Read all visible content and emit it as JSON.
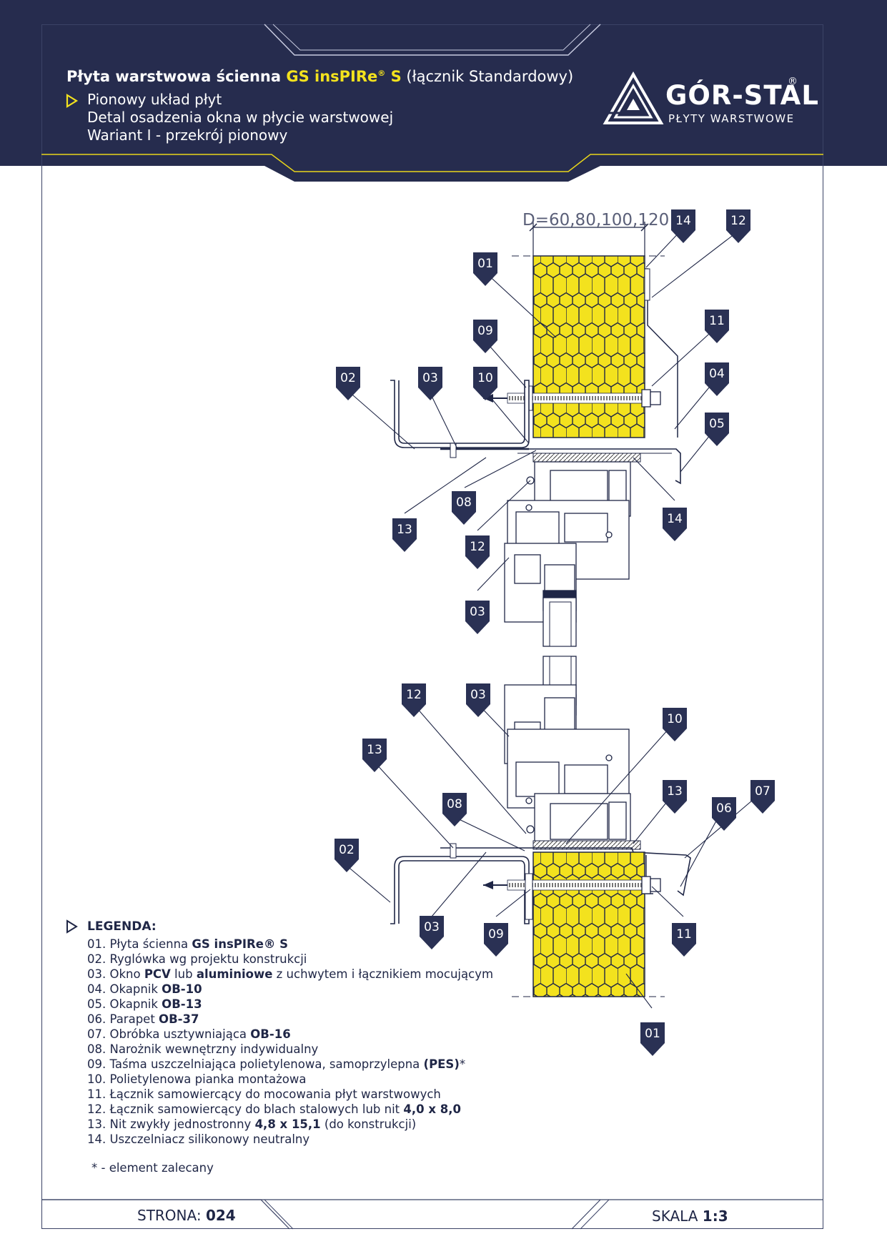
{
  "header": {
    "title": {
      "part1": "Płyta warstwowa ścienna ",
      "product": "GS insPIRe",
      "reg": "®",
      "suffix": " S",
      "part2": " (łącznik Standardowy)"
    },
    "subtitle_lines": [
      "Pionowy układ płyt",
      "Detal osadzenia okna w płycie warstwowej",
      "Wariant I - przekrój pionowy"
    ],
    "brand": {
      "name": "GÓR-STAL",
      "reg": "®",
      "tagline": "PŁYTY WARSTWOWE"
    }
  },
  "drawing": {
    "dimension_label": "D=60,80,100,120",
    "callouts_top": [
      "14",
      "12",
      "01",
      "11",
      "09",
      "04",
      "02",
      "03",
      "10",
      "05",
      "08",
      "14",
      "13",
      "12",
      "03"
    ],
    "callouts_bottom": [
      "12",
      "03",
      "10",
      "13",
      "13",
      "07",
      "06",
      "08",
      "02",
      "03",
      "09",
      "11",
      "01"
    ]
  },
  "legend": {
    "title": "LEGENDA:",
    "items": [
      {
        "pre": "01. Płyta ścienna ",
        "bold": "GS insPIRe® S",
        "post": ""
      },
      {
        "pre": "02. Ryglówka wg projektu konstrukcji",
        "bold": "",
        "post": ""
      },
      {
        "pre": "03. Okno ",
        "bold": "PCV",
        "mid": " lub ",
        "bold2": "aluminiowe",
        "post": " z uchwytem i łącznikiem mocującym"
      },
      {
        "pre": "04. Okapnik ",
        "bold": "OB-10",
        "post": ""
      },
      {
        "pre": "05. Okapnik ",
        "bold": "OB-13",
        "post": ""
      },
      {
        "pre": "06. Parapet ",
        "bold": "OB-37",
        "post": ""
      },
      {
        "pre": "07. Obróbka usztywniająca ",
        "bold": "OB-16",
        "post": ""
      },
      {
        "pre": "08. Narożnik wewnętrzny indywidualny",
        "bold": "",
        "post": ""
      },
      {
        "pre": "09. Taśma uszczelniająca polietylenowa, samoprzylepna ",
        "bold": "(PES)",
        "post": "*"
      },
      {
        "pre": "10. Polietylenowa pianka montażowa",
        "bold": "",
        "post": ""
      },
      {
        "pre": "11. Łącznik samowiercący do mocowania płyt warstwowych",
        "bold": "",
        "post": ""
      },
      {
        "pre": "12. Łącznik samowiercący do blach stalowych lub nit ",
        "bold": "4,0 x 8,0",
        "post": ""
      },
      {
        "pre": "13. Nit zwykły jednostronny ",
        "bold": "4,8 x 15,1",
        "post": " (do konstrukcji)"
      },
      {
        "pre": "14. Uszczelniacz silikonowy neutralny",
        "bold": "",
        "post": ""
      }
    ],
    "footnote": "* -  element zalecany"
  },
  "footer": {
    "page_label": "STRONA: ",
    "page_number": "024",
    "scale_label": "SKALA ",
    "scale_value": "1:3"
  },
  "colors": {
    "navy": "#262c4e",
    "insulation_yellow": "#f3e21e",
    "accent_yellow": "#f3e21e",
    "callout_navy": "#2a3154"
  }
}
